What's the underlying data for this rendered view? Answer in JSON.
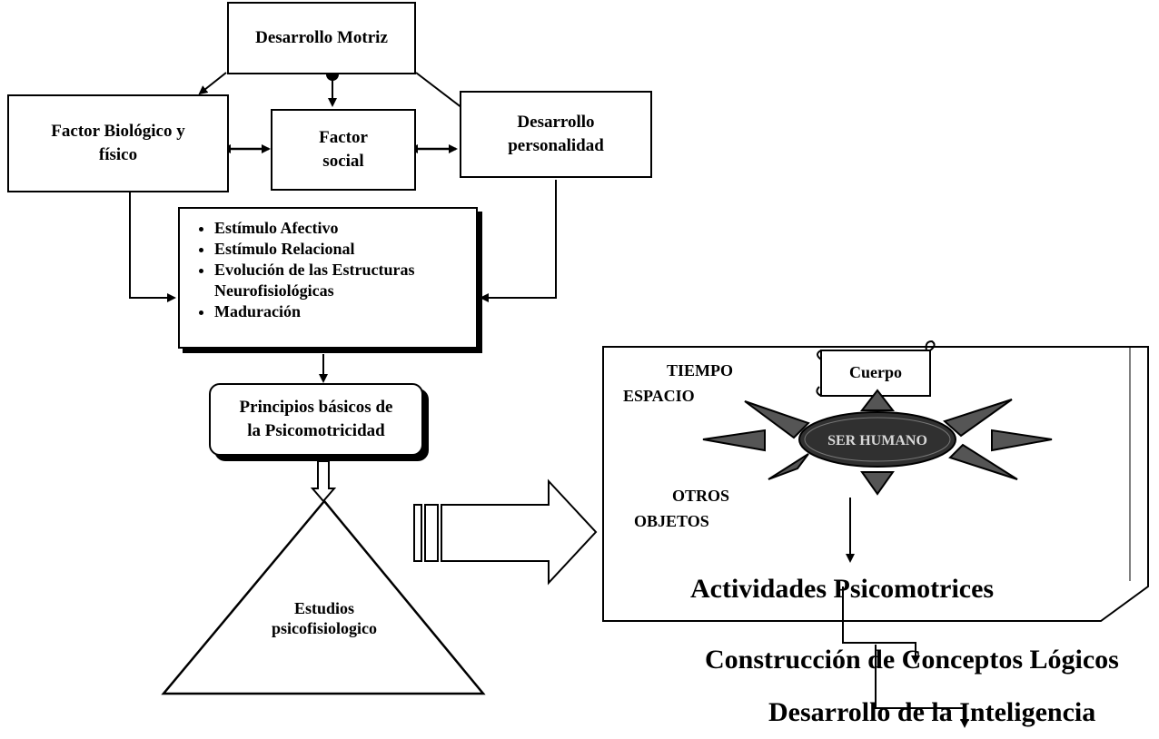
{
  "nodes": {
    "motor": "Desarrollo Motriz",
    "biological_1": "Factor Biológico y",
    "biological_2": "físico",
    "social_1": "Factor",
    "social_2": "social",
    "personality_1": "Desarrollo",
    "personality_2": "personalidad",
    "stimuli": [
      "Estímulo Afectivo",
      "Estímulo Relacional",
      "Evolución de las Estructuras Neurofisiológicas",
      "Maduración"
    ],
    "principles_1": "Principios básicos de",
    "principles_2": "la Psicomotricidad",
    "studies_1": "Estudios",
    "studies_2": "psicofisiologico",
    "body": "Cuerpo",
    "center": "SER HUMANO",
    "time": "TIEMPO",
    "space": "ESPACIO",
    "others": "OTROS",
    "objects": "OBJETOS",
    "activities": "Actividades Psicomotrices",
    "concepts": "Construcción de Conceptos Lógicos",
    "intelligence": "Desarrollo de la Inteligencia"
  }
}
